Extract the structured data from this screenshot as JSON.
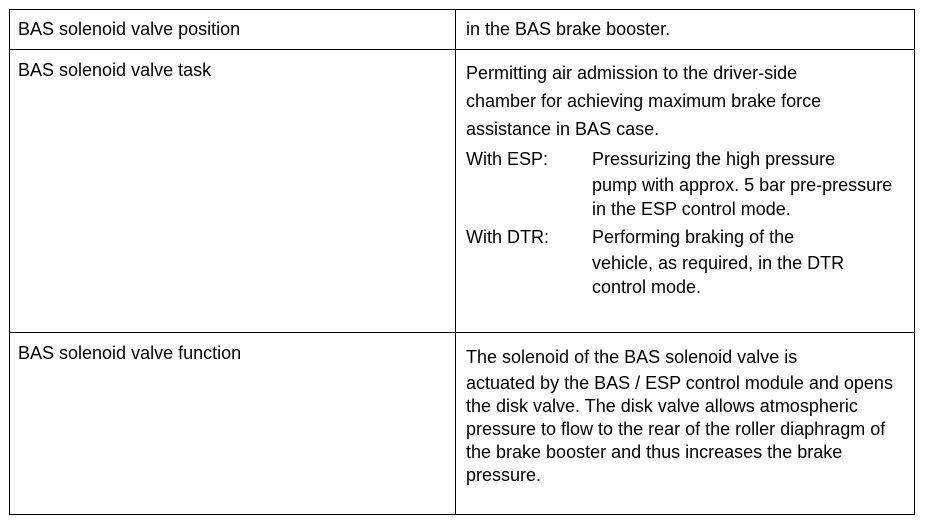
{
  "rows": [
    {
      "label": "BAS solenoid valve position",
      "value": "in the BAS brake booster."
    },
    {
      "label": "BAS solenoid valve task",
      "value_line1": "Permitting air admission to the driver-side",
      "value_rest": "chamber for achieving maximum brake force assistance in BAS case.",
      "sub_entries": [
        {
          "key": "With ESP:",
          "line1": "Pressurizing the high pressure",
          "rest": "pump with approx. 5 bar pre-pressure in the ESP control mode."
        },
        {
          "key": "With DTR:",
          "line1": "Performing braking of the",
          "rest": "vehicle, as required, in the DTR control mode."
        }
      ]
    },
    {
      "label": "BAS solenoid valve function",
      "value_line1": "The solenoid of the BAS solenoid valve is",
      "value_rest": "actuated by the BAS / ESP control module and opens the disk valve. The disk valve allows atmospheric pressure to flow to the rear of the roller diaphragm of the brake booster and thus increases the brake pressure."
    }
  ]
}
